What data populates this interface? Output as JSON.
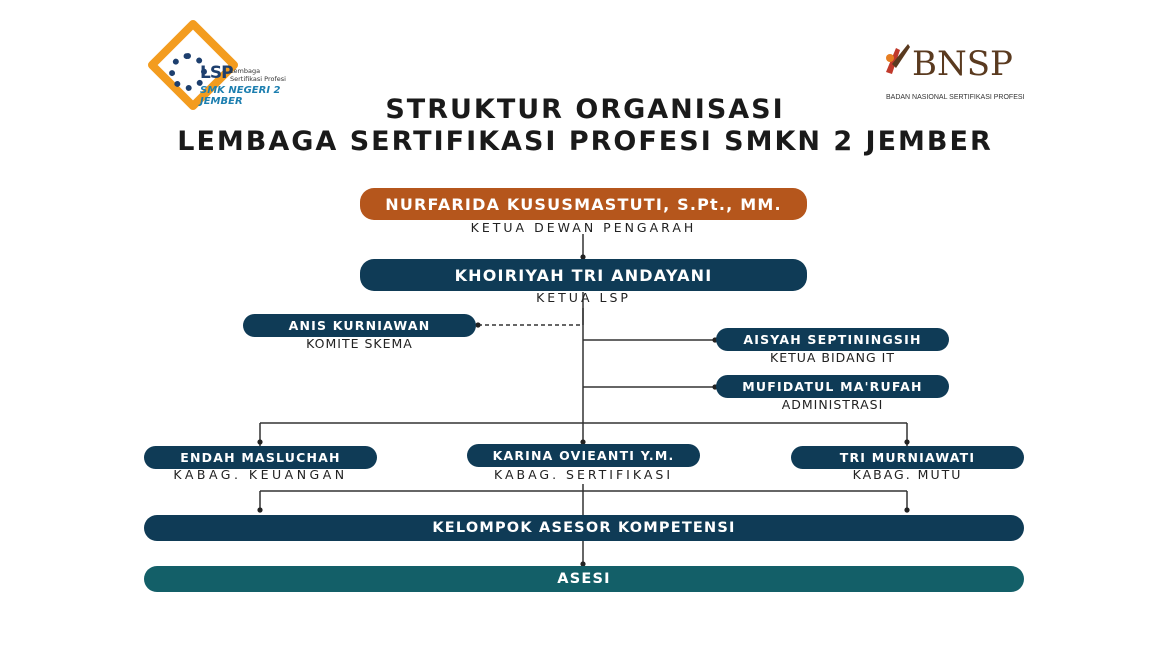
{
  "logos": {
    "lsp": {
      "mark": "LSP",
      "line1": "Lembaga",
      "line2": "Sertifikasi Profesi",
      "school": "SMK NEGERI 2 JEMBER"
    },
    "bnsp": {
      "mark": "BNSP",
      "sub": "BADAN NASIONAL SERTIFIKASI PROFESI"
    }
  },
  "title": {
    "line1": "STRUKTUR ORGANISASI",
    "line2": "LEMBAGA SERTIFIKASI PROFESI SMKN 2 JEMBER"
  },
  "nodes": {
    "pengarah": {
      "name": "NURFARIDA KUSUSMASTUTI, S.Pt., MM.",
      "role": "KETUA DEWAN PENGARAH"
    },
    "ketua": {
      "name": "KHOIRIYAH TRI ANDAYANI",
      "role": "KETUA LSP"
    },
    "komite": {
      "name": "ANIS KURNIAWAN",
      "role": "KOMITE SKEMA"
    },
    "it": {
      "name": "AISYAH SEPTININGSIH",
      "role": "KETUA BIDANG IT"
    },
    "admin": {
      "name": "MUFIDATUL MA'RUFAH",
      "role": "ADMINISTRASI"
    },
    "keuangan": {
      "name": "ENDAH MASLUCHAH",
      "role": "KABAG. KEUANGAN"
    },
    "sertifikasi": {
      "name": "KARINA OVIEANTI Y.M.",
      "role": "KABAG. SERTIFIKASI"
    },
    "mutu": {
      "name": "TRI MURNIAWATI",
      "role": "KABAG. MUTU"
    },
    "asesor": {
      "name": "KELOMPOK ASESOR KOMPETENSI"
    },
    "asesi": {
      "name": "ASESI"
    }
  },
  "colors": {
    "orange_box": "#b5561c",
    "navy_box": "#0f3b56",
    "teal_box": "#135f68",
    "connector": "#333333"
  }
}
